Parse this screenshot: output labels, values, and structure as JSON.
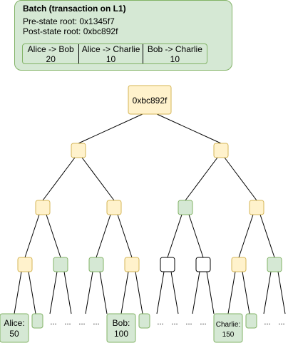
{
  "batch": {
    "title": "Batch (transaction on L1)",
    "pre_state_root": "Pre-state root: 0x1345f7",
    "post_state_root": "Post-state root: 0xbc892f",
    "transactions": [
      {
        "label": "Alice -> Bob",
        "amount": "20"
      },
      {
        "label": "Alice -> Charlie",
        "amount": "10"
      },
      {
        "label": "Bob -> Charlie",
        "amount": "10"
      }
    ]
  },
  "tree": {
    "root_label": "0xbc892f",
    "leaves": [
      {
        "name": "Alice:",
        "value": "50"
      },
      {
        "name": "Bob:",
        "value": "100"
      },
      {
        "name": "Charlie:",
        "value": "150"
      }
    ],
    "ellipsis": "..."
  },
  "colors": {
    "green_fill": "#d5e8d4",
    "green_stroke": "#82b366",
    "yellow_fill": "#fff2cc",
    "yellow_stroke": "#d6b656",
    "white_fill": "#ffffff"
  }
}
